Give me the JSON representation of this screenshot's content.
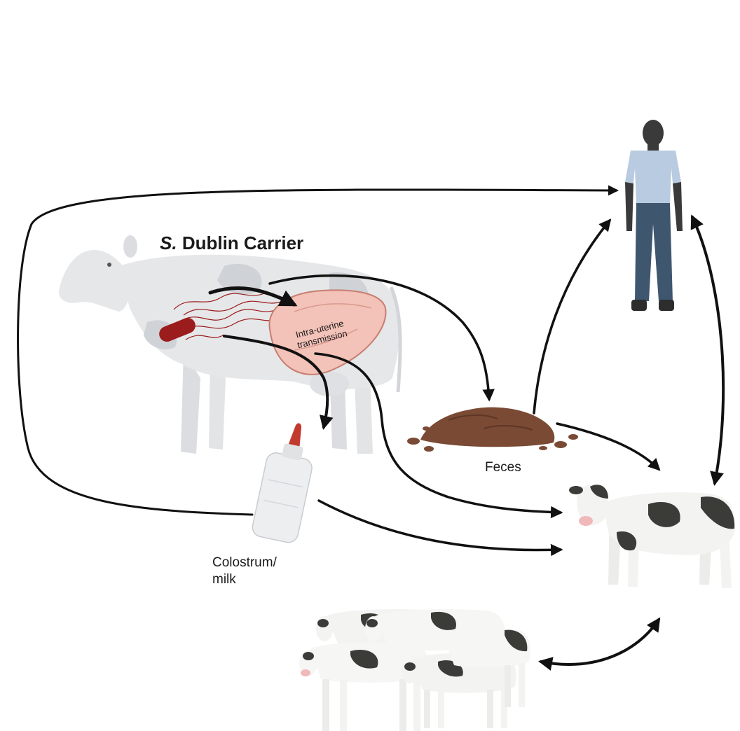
{
  "title": {
    "species_abbrev": "S.",
    "rest": "Dublin Carrier"
  },
  "labels": {
    "uterus_line1": "Intra-uterine",
    "uterus_line2": "transmission",
    "feces": "Feces",
    "milk_line1": "Colostrum/",
    "milk_line2": "milk"
  },
  "colors": {
    "arrow": "#111111",
    "cow_body": "#e6e7e9",
    "cow_patch": "#cfd2d6",
    "uterus": "#f3c2b8",
    "bacterium": "#9b1c1c",
    "feces": "#7a4a35",
    "human_shirt": "#b9cbe0",
    "human_pants": "#3f566f",
    "human_skin": "#3a3a3a",
    "calf_patch": "#3b3b38"
  },
  "icons": [
    "adult-cow-icon",
    "bacterium-icon",
    "uterus-icon",
    "milk-bottle-icon",
    "feces-pile-icon",
    "human-icon",
    "calf-icon",
    "calf-herd-icon"
  ]
}
